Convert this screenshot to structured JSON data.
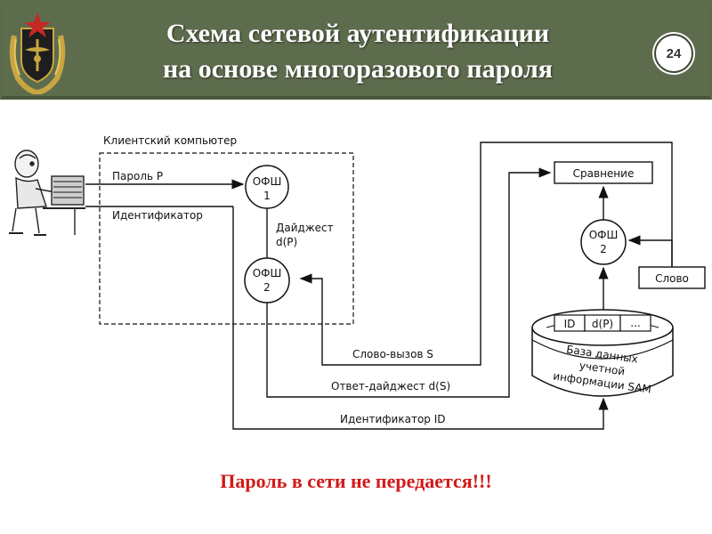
{
  "header": {
    "title_line1": "Схема сетевой аутентификации",
    "title_line2": "на основе многоразового пароля",
    "page_number": "24"
  },
  "diagram": {
    "client_box_label": "Клиентский компьютер",
    "password_label": "Пароль P",
    "identifier_label": "Идентификатор",
    "hash1_label": "ОФШ",
    "hash1_num": "1",
    "hash2_label": "ОФШ",
    "hash2_num": "2",
    "digest_line1": "Дайджест",
    "digest_line2": "d(P)",
    "challenge_label": "Слово-вызов S",
    "response_label": "Ответ-дайджест d(S)",
    "id_label": "Идентификатор ID",
    "compare_label": "Сравнение",
    "server_hash_label": "ОФШ",
    "server_hash_num": "2",
    "word_label": "Слово",
    "db_col_id": "ID",
    "db_col_dp": "d(P)",
    "db_col_more": "...",
    "db_line1": "База данных",
    "db_line2": "учетной",
    "db_line3": "информации SAM"
  },
  "note": "Пароль в сети не передается!!!"
}
